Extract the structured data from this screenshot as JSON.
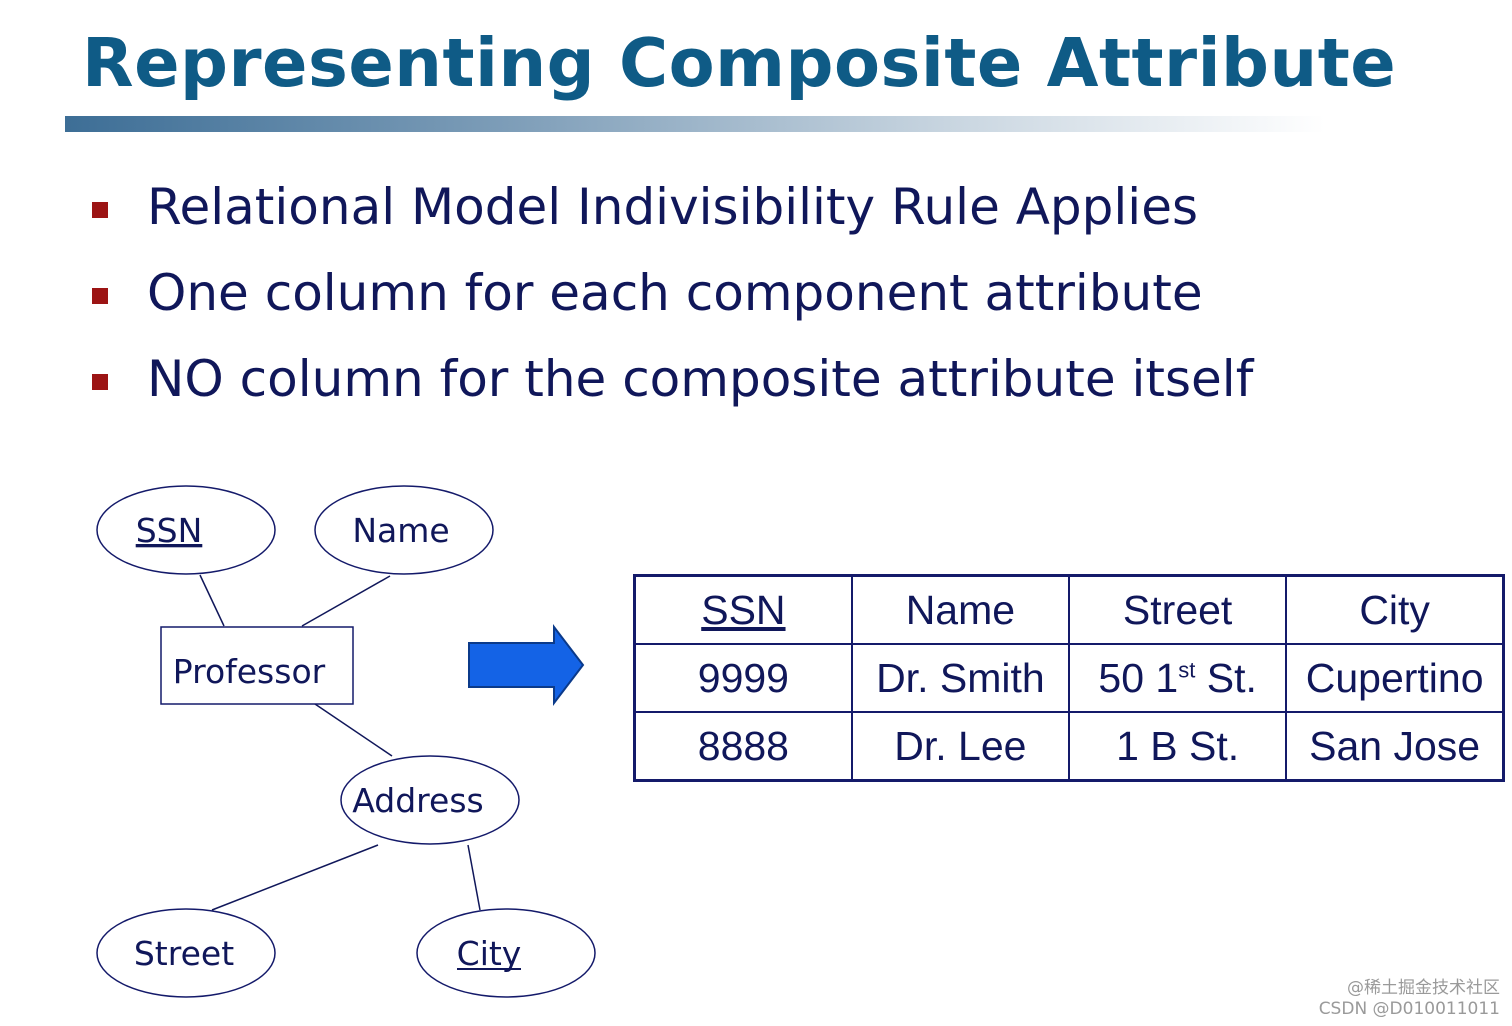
{
  "slide": {
    "title": "Representing Composite Attribute",
    "bullets": [
      "Relational Model Indivisibility Rule Applies",
      "One column for each component attribute",
      "NO column for the composite attribute itself"
    ]
  },
  "er_diagram": {
    "entity": "Professor",
    "attributes": {
      "ssn": "SSN",
      "name": "Name",
      "address": "Address",
      "street": "Street",
      "city": "City"
    },
    "key_attributes": [
      "SSN",
      "City"
    ]
  },
  "relation_table": {
    "headers": [
      "SSN",
      "Name",
      "Street",
      "City"
    ],
    "key_header": "SSN",
    "rows": [
      {
        "ssn": "9999",
        "name": "Dr. Smith",
        "street_prefix": "50 1",
        "street_sup": "st",
        "street_suffix": " St.",
        "city": "Cupertino"
      },
      {
        "ssn": "8888",
        "name": "Dr. Lee",
        "street": "1 B St.",
        "city": "San Jose"
      }
    ]
  },
  "colors": {
    "title": "#0f5b86",
    "text": "#10175a",
    "bullet": "#9c1414",
    "arrow": "#1463e6",
    "table_border": "#141a6a"
  },
  "watermark": {
    "line1": "@稀土掘金技术社区",
    "line2": "CSDN @D010011011"
  }
}
